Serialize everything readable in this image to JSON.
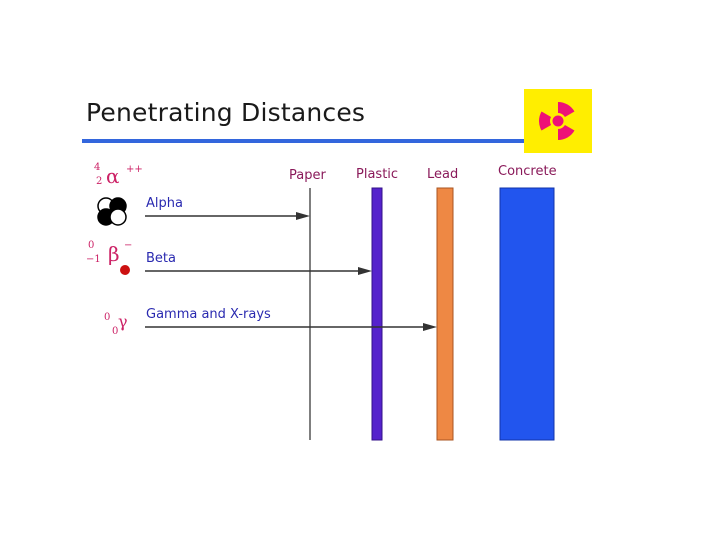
{
  "title": "Penetrating Distances",
  "columns": {
    "paper": "Paper",
    "plastic": "Plastic",
    "lead": "Lead",
    "concrete": "Concrete"
  },
  "rays": [
    {
      "label": "Alpha",
      "symbol": "α",
      "mass": "4",
      "charge_num": "2",
      "charge": "++",
      "stops_at": "Paper"
    },
    {
      "label": "Beta",
      "symbol": "β",
      "mass": "0",
      "charge_num": "−1",
      "charge": "−",
      "stops_at": "Plastic"
    },
    {
      "label": "Gamma and X-rays",
      "symbol": "γ",
      "mass": "0",
      "charge_num": "0",
      "charge": "",
      "stops_at": "Lead"
    }
  ],
  "colors": {
    "title_underline": "#3366dd",
    "plastic": "#5522cc",
    "lead": "#ee8844",
    "concrete": "#2255ee",
    "radiation_bg": "#ffee00",
    "radiation_symbol": "#ee1177"
  },
  "icons": [
    "radiation-icon",
    "alpha-particle-icon",
    "beta-particle-icon"
  ]
}
